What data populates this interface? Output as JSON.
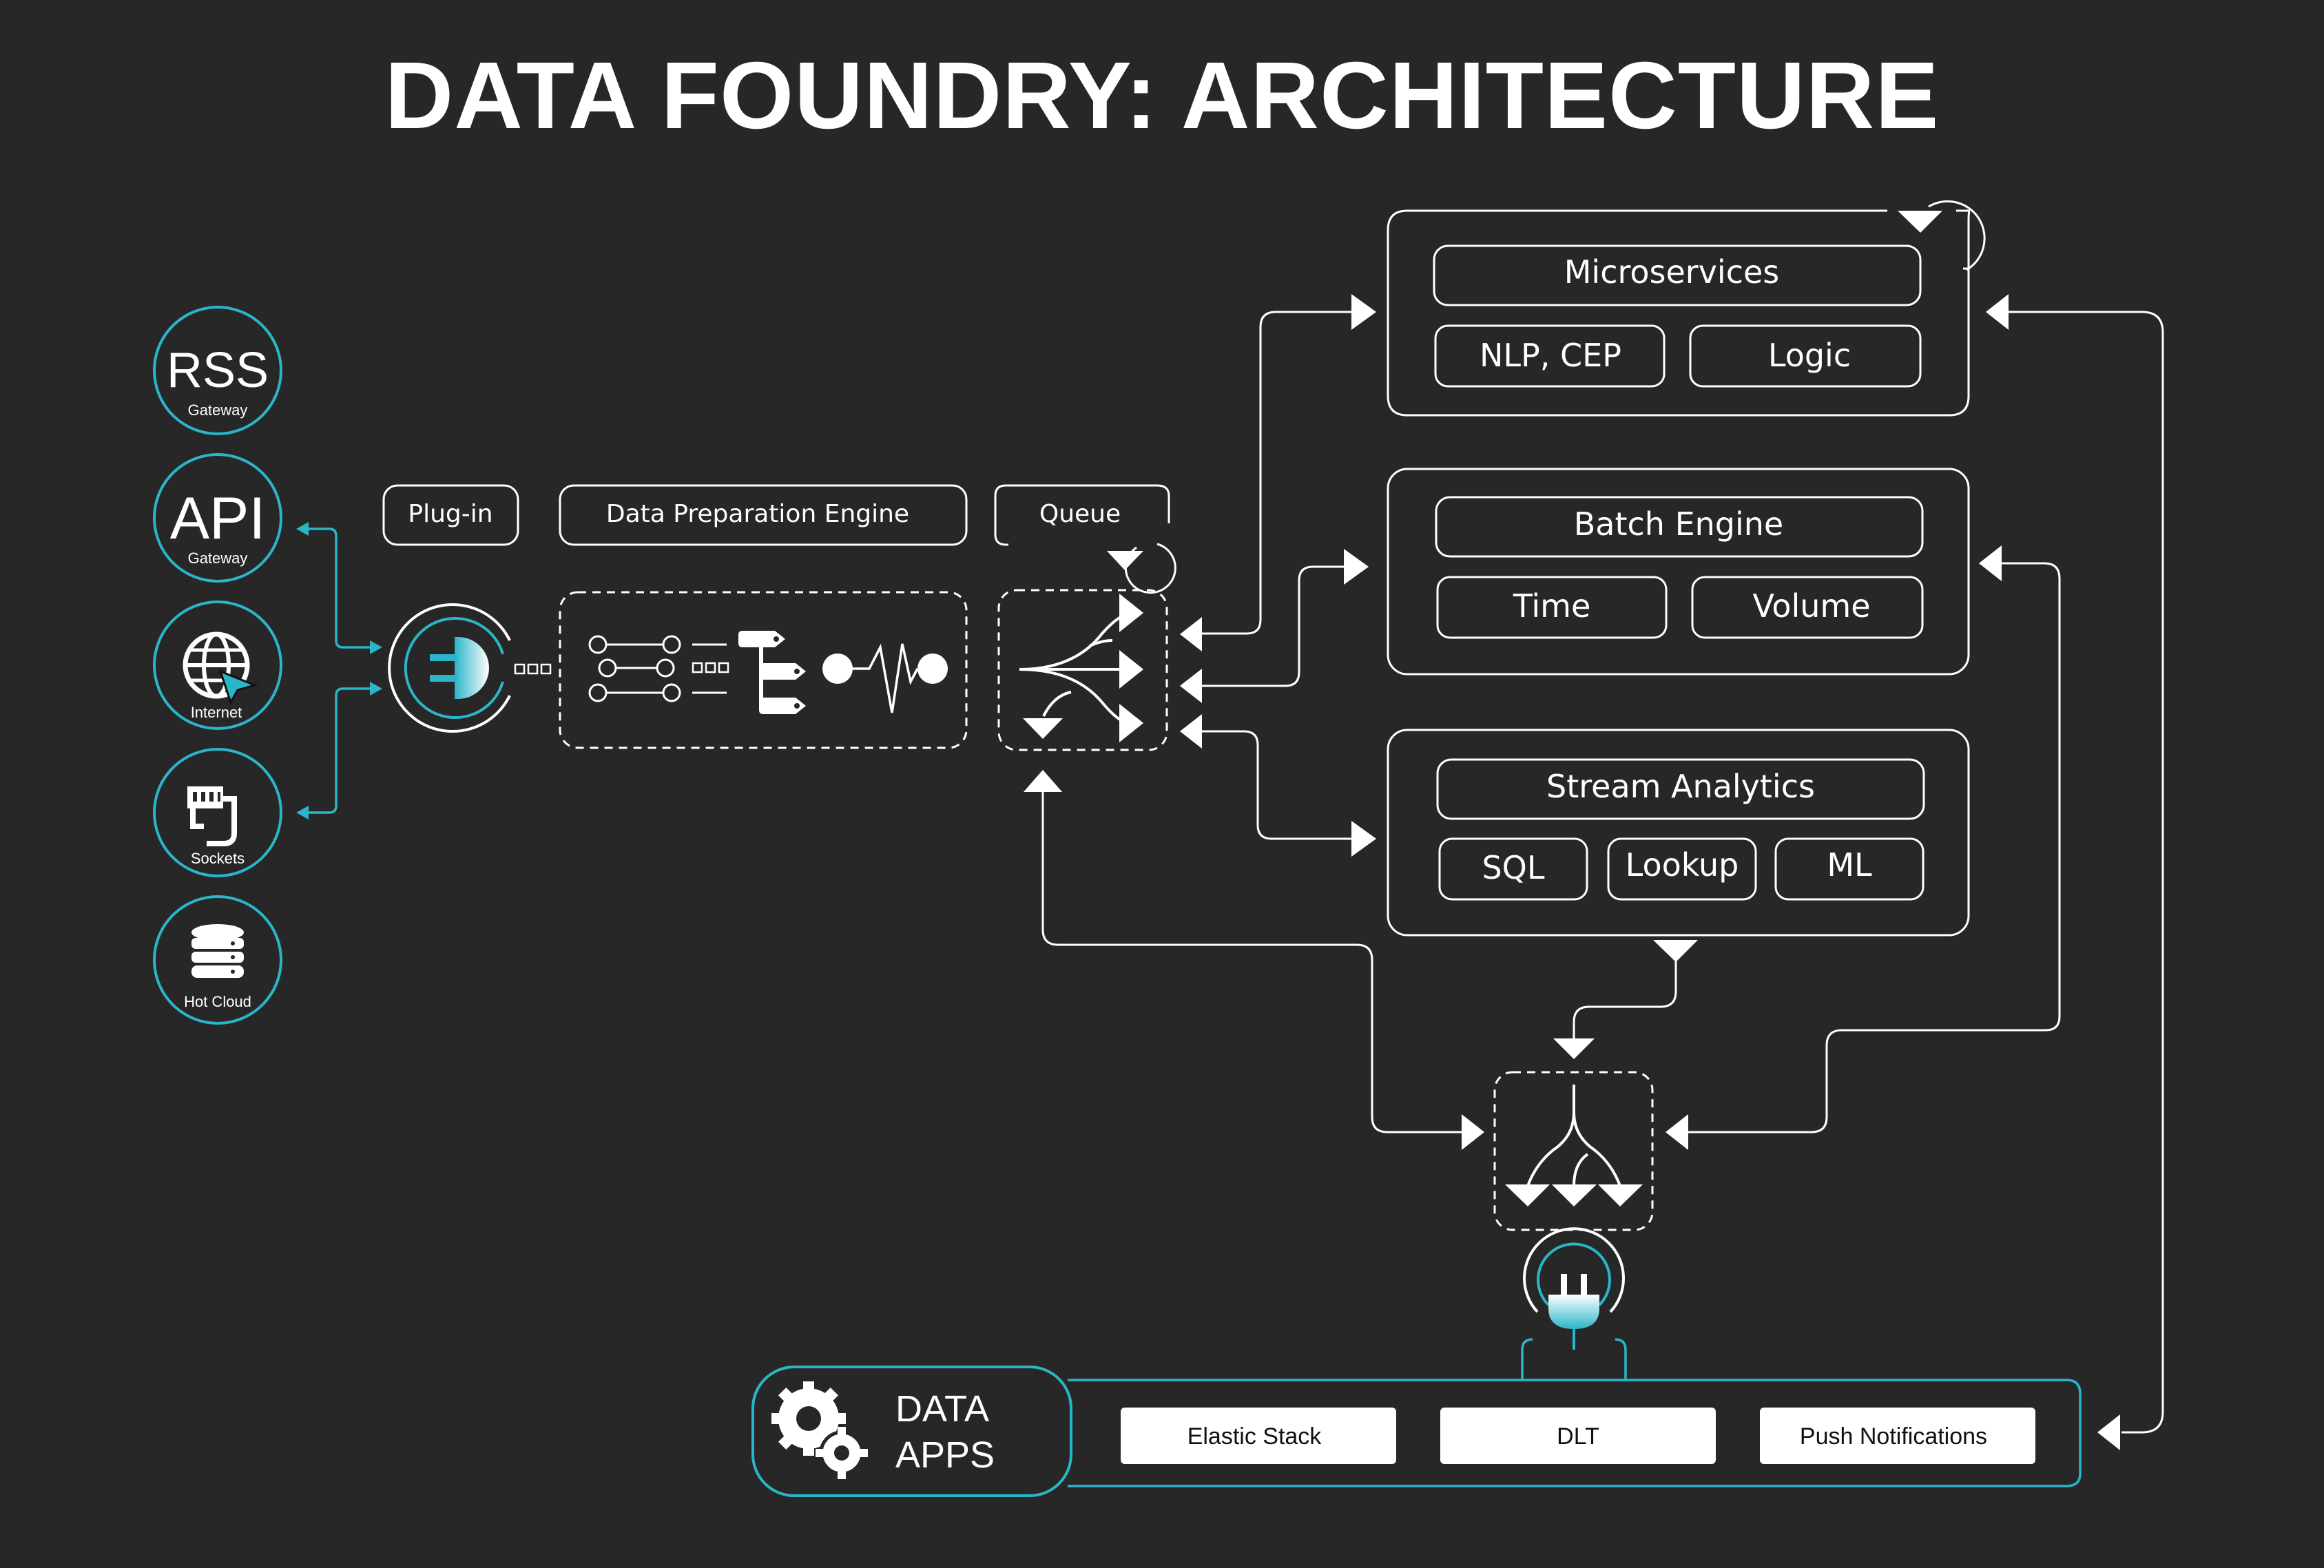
{
  "title": "DATA FOUNDRY: ARCHITECTURE",
  "colors": {
    "background": "#272727",
    "accent": "#2bb5c8",
    "line": "#ffffff"
  },
  "sources": [
    {
      "label": "RSS",
      "sub": "Gateway"
    },
    {
      "label": "API",
      "sub": "Gateway"
    },
    {
      "icon": "globe-icon",
      "sub": "Internet"
    },
    {
      "icon": "socket-icon",
      "sub": "Sockets"
    },
    {
      "icon": "database-icon",
      "sub": "Hot Cloud"
    }
  ],
  "pipeline": {
    "plugin": "Plug-in",
    "prep_engine": "Data Preparation Engine",
    "queue": "Queue"
  },
  "engines": {
    "microservices": {
      "title": "Microservices",
      "items": [
        "NLP, CEP",
        "Logic"
      ]
    },
    "batch": {
      "title": "Batch Engine",
      "items": [
        "Time",
        "Volume"
      ]
    },
    "stream": {
      "title": "Stream Analytics",
      "items": [
        "SQL",
        "Lookup",
        "ML"
      ]
    }
  },
  "apps": {
    "title_line1": "DATA",
    "title_line2": "APPS",
    "buttons": [
      "Elastic Stack",
      "DLT",
      "Push Notifications"
    ]
  }
}
